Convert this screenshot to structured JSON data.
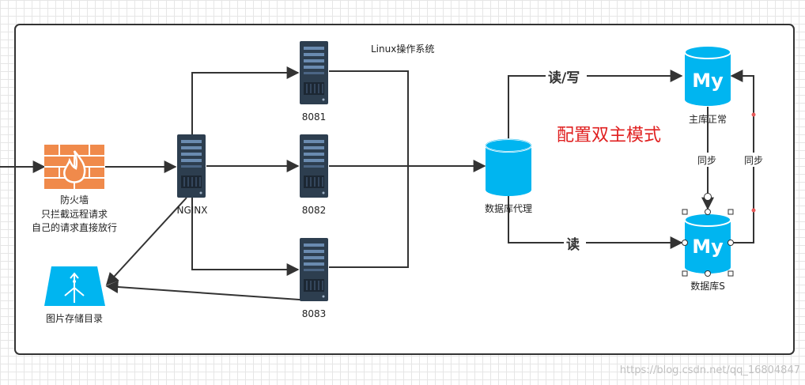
{
  "system_label": "Linux操作系统",
  "firewall": {
    "label": "防火墙",
    "note_line1": "只拦截远程请求",
    "note_line2": "自己的请求直接放行",
    "icon": "firewall-icon"
  },
  "nginx": {
    "label": "NGINX",
    "icon": "server-icon"
  },
  "servers": [
    {
      "label": "8081",
      "icon": "server-icon"
    },
    {
      "label": "8082",
      "icon": "server-icon"
    },
    {
      "label": "8083",
      "icon": "server-icon"
    }
  ],
  "storage": {
    "label": "图片存储目录",
    "icon": "network-storage-icon"
  },
  "db_proxy": {
    "label": "数据库代理",
    "icon": "database-icon"
  },
  "mysql_master": {
    "label": "主库正常",
    "text": "My",
    "icon": "mysql-icon"
  },
  "mysql_slave": {
    "label": "数据库S",
    "text": "My",
    "icon": "mysql-icon"
  },
  "edge_labels": {
    "read_write": "读/写",
    "read": "读",
    "sync_left": "同步",
    "sync_right": "同步"
  },
  "mode_title": "配置双主模式",
  "watermark": "https://blog.csdn.net/qq_16804847",
  "colors": {
    "accent": "#00b5f0",
    "firewall": "#f08a4b",
    "server": "#2d3e4f",
    "title": "#e02020"
  }
}
